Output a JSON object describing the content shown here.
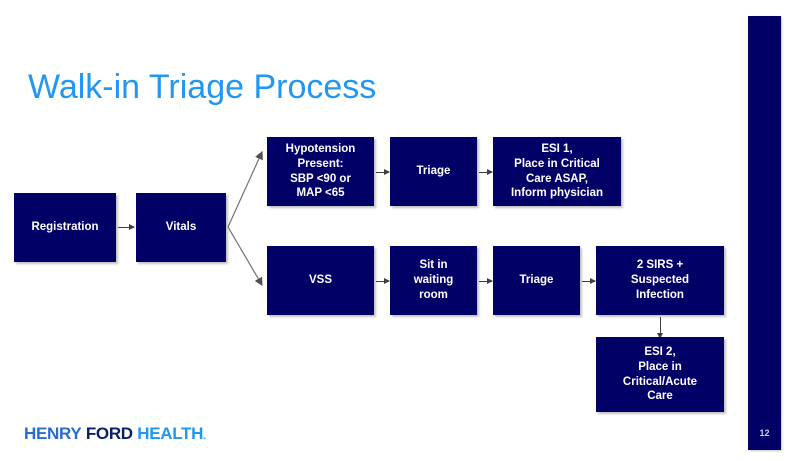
{
  "slide": {
    "title": "Walk-in Triage Process",
    "page_number": "12",
    "accent_title_color": "#2196F3",
    "box_color": "#000066",
    "sidebar_color": "#000066"
  },
  "logo": {
    "word1": "HENRY",
    "word2": "FORD",
    "word3": "HEALTH",
    "dot": "."
  },
  "flow": {
    "registration": "Registration",
    "vitals": "Vitals",
    "hypotension": {
      "line1": "Hypotension",
      "line2": "Present:",
      "line3": "SBP <90 or",
      "line4": "MAP <65"
    },
    "triage_top": "Triage",
    "esi1": {
      "line1": "ESI 1,",
      "line2": "Place in Critical",
      "line3": "Care ASAP,",
      "line4": "Inform physician"
    },
    "vss": "VSS",
    "waiting": {
      "line1": "Sit in",
      "line2": "waiting",
      "line3": "room"
    },
    "triage_bottom": "Triage",
    "sirs": {
      "line1": "2 SIRS +",
      "line2": "Suspected",
      "line3": "Infection"
    },
    "esi2": {
      "line1": "ESI 2,",
      "line2": "Place in",
      "line3": "Critical/Acute",
      "line4": "Care"
    }
  }
}
